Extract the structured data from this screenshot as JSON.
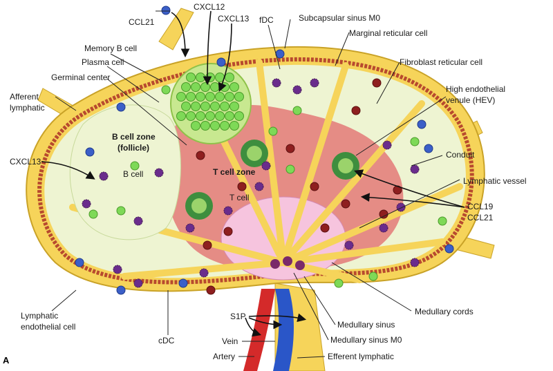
{
  "panel_letter": "A",
  "labels": {
    "ccl21_top": "CCL21",
    "cxcl12": "CXCL12",
    "cxcl13_top": "CXCL13",
    "fdc": "fDC",
    "subcapsular_sinus": "Subcapsular sinus M0",
    "marginal_reticular": "Marginal reticular cell",
    "memory_b": "Memory B cell",
    "plasma_cell": "Plasma cell",
    "germinal_center": "Germinal center",
    "fibroblast_reticular": "Fibroblast reticular cell",
    "afferent_1": "Afferent",
    "afferent_2": "lymphatic",
    "hev_1": "High endothelial",
    "hev_2": "venule (HEV)",
    "b_zone_1": "B cell zone",
    "b_zone_2": "(follicle)",
    "b_cell": "B cell",
    "cxcl13_left": "CXCL13",
    "t_zone": "T cell zone",
    "t_cell": "T cell",
    "conduit": "Conduit",
    "lymphatic_vessel": "Lymphatic vessel",
    "ccl19": "CCL19",
    "ccl21_right": "CCL21",
    "medullary_cords": "Medullary cords",
    "lymphatic_endo_1": "Lymphatic",
    "lymphatic_endo_2": "endothelial cell",
    "cdc": "cDC",
    "s1p": "S1P",
    "vein": "Vein",
    "artery": "Artery",
    "medullary_sinus": "Medullary sinus",
    "medullary_sinus_m0": "Medullary sinus M0",
    "efferent": "Efferent lymphatic"
  },
  "colors": {
    "capsule": "#f6d45a",
    "capsule_edge": "#c9a227",
    "endothelium": "#b84a2e",
    "cortex": "#eef4d2",
    "t_zone": "#e58c85",
    "medulla": "#f6c4de",
    "germinal": "#c8e890",
    "b_cell": "#7ed957",
    "t_cell": "#8e1f1f",
    "dc": "#6a2c8c",
    "macrophage": "#3b5fc8",
    "vein": "#2a56c8",
    "artery": "#d42a2a"
  }
}
